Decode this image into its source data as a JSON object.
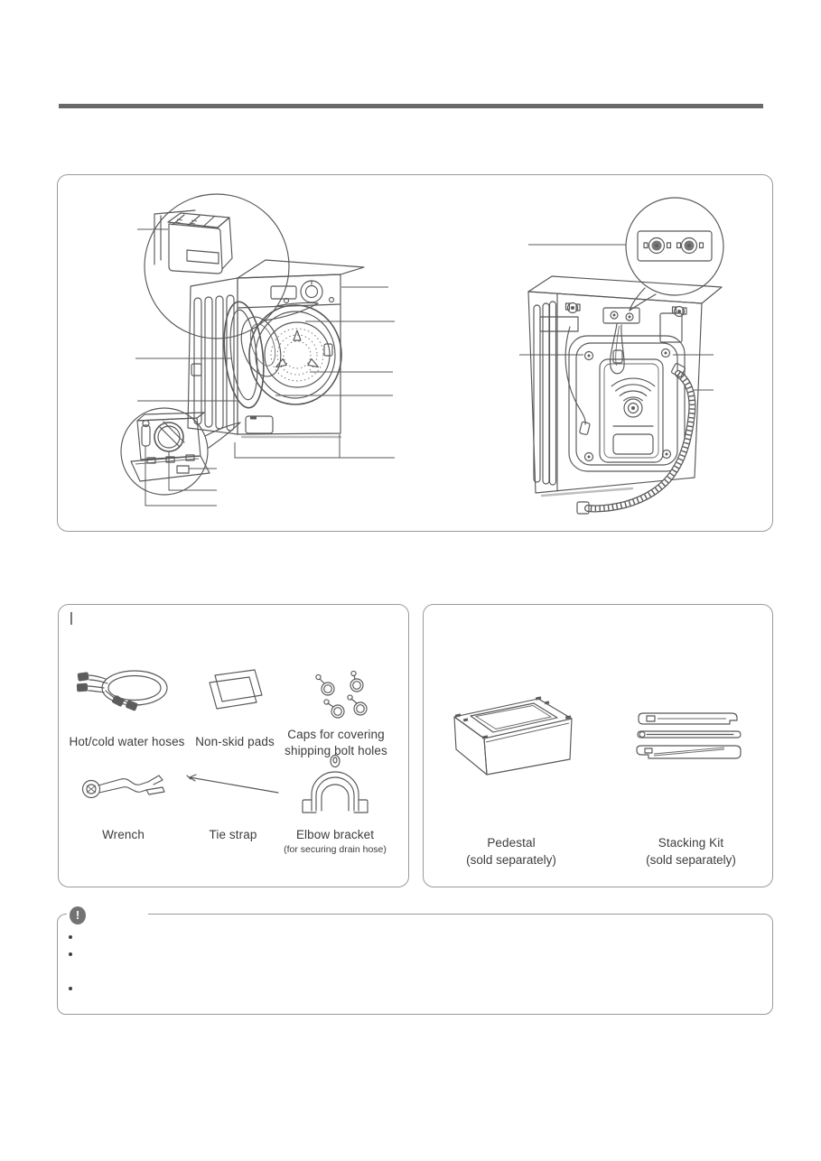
{
  "page": {
    "type": "appliance-manual-page",
    "colors": {
      "divider": "#696969",
      "line_art": "#585858",
      "box_border": "#9a9a9a",
      "note_icon": "#737373"
    }
  },
  "parts_diagram": {
    "views": [
      "washer-front-view",
      "washer-rear-view"
    ],
    "detail_bubbles": [
      "dispenser-drawer",
      "drain-pump-filter",
      "water-inlet-valves"
    ]
  },
  "included_accessories": {
    "heading_cursor": "|",
    "items": [
      {
        "id": "water-hoses",
        "label": "Hot/cold water hoses"
      },
      {
        "id": "non-skid-pads",
        "label": "Non-skid pads"
      },
      {
        "id": "shipping-bolt-caps",
        "lines": [
          "Caps for covering",
          "shipping bolt holes"
        ]
      },
      {
        "id": "wrench",
        "label": "Wrench"
      },
      {
        "id": "tie-strap",
        "label": "Tie strap"
      },
      {
        "id": "elbow-bracket",
        "label": "Elbow bracket",
        "sublabel": "(for securing drain hose)"
      }
    ]
  },
  "optional_accessories": {
    "items": [
      {
        "id": "pedestal",
        "label": "Pedestal",
        "sublabel": "(sold separately)"
      },
      {
        "id": "stacking-kit",
        "label": "Stacking Kit",
        "sublabel": "(sold separately)"
      }
    ]
  },
  "note": {
    "icon": "exclamation-icon",
    "icon_glyph": "!",
    "bullets": [
      "",
      "",
      ""
    ]
  }
}
